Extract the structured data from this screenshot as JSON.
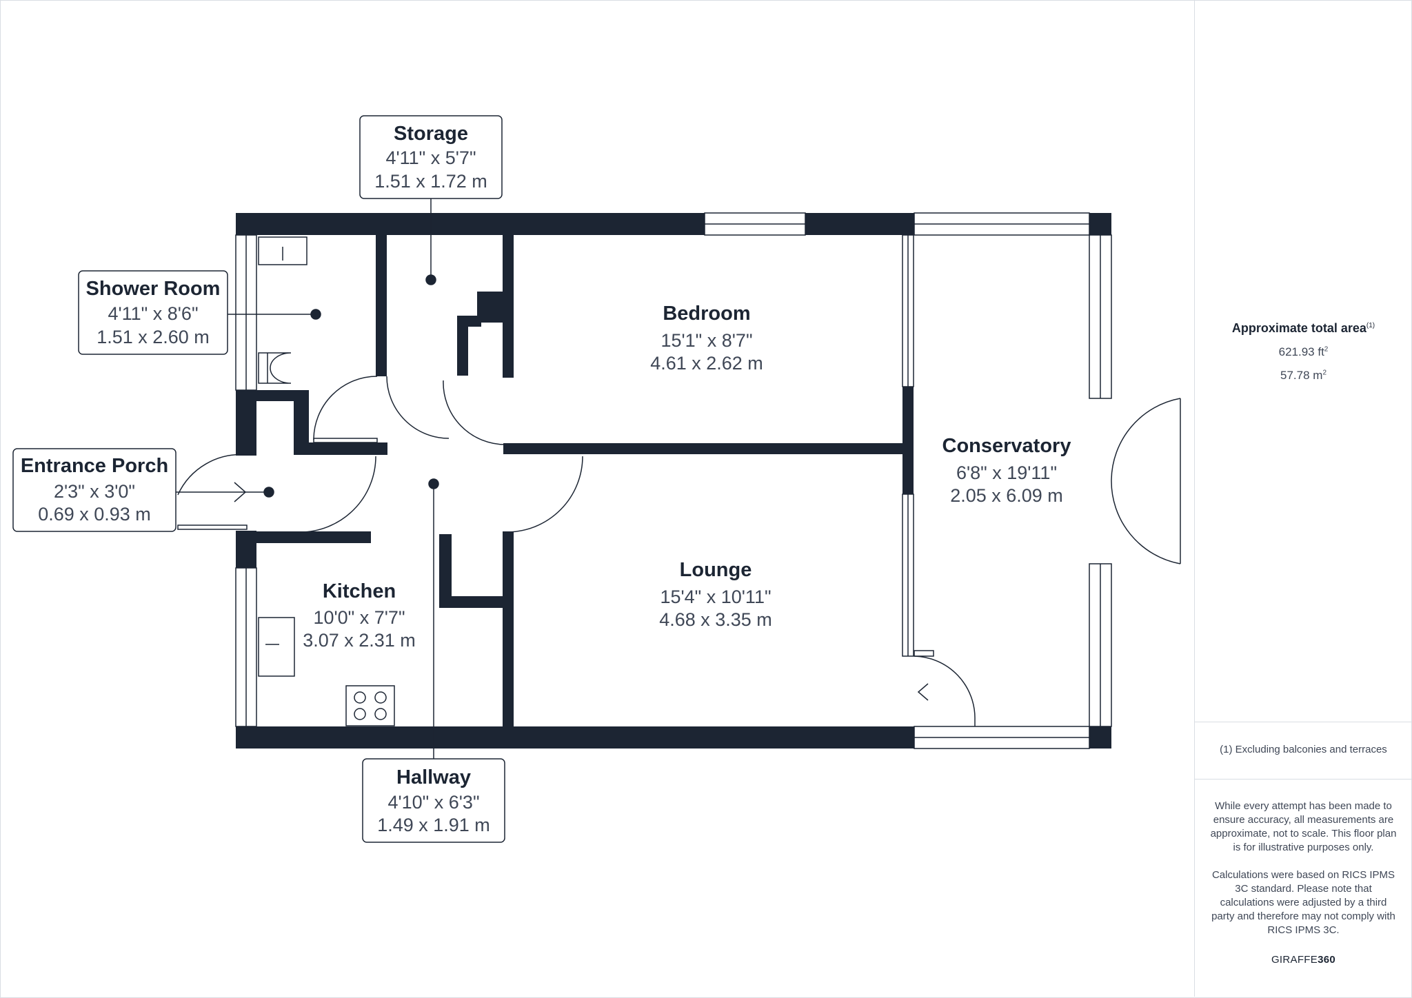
{
  "rooms": {
    "storage": {
      "name": "Storage",
      "imperial": "4'11\" x 5'7\"",
      "metric": "1.51 x 1.72 m"
    },
    "shower_room": {
      "name": "Shower Room",
      "imperial": "4'11\" x 8'6\"",
      "metric": "1.51 x 2.60 m"
    },
    "entrance_porch": {
      "name": "Entrance Porch",
      "imperial": "2'3\" x 3'0\"",
      "metric": "0.69 x 0.93 m"
    },
    "bedroom": {
      "name": "Bedroom",
      "imperial": "15'1\" x 8'7\"",
      "metric": "4.61 x 2.62 m"
    },
    "conservatory": {
      "name": "Conservatory",
      "imperial": "6'8\" x 19'11\"",
      "metric": "2.05 x 6.09 m"
    },
    "lounge": {
      "name": "Lounge",
      "imperial": "15'4\" x 10'11\"",
      "metric": "4.68 x 3.35 m"
    },
    "kitchen": {
      "name": "Kitchen",
      "imperial": "10'0\" x 7'7\"",
      "metric": "3.07 x 2.31 m"
    },
    "hallway": {
      "name": "Hallway",
      "imperial": "4'10\" x 6'3\"",
      "metric": "1.49 x 1.91 m"
    }
  },
  "summary": {
    "area_title": "Approximate total area",
    "area_footnote_mark": "(1)",
    "area_sqft": "621.93 ft",
    "area_sqm": "57.78 m",
    "unit_exponent": "2",
    "footnote": "(1) Excluding balconies and terraces",
    "disclaimer_1": "While every attempt has been made to ensure accuracy, all measurements are approximate, not to scale. This floor plan is for illustrative purposes only.",
    "disclaimer_2": "Calculations were based on RICS IPMS 3C standard. Please note that calculations were adjusted by a third party and therefore may not comply with RICS IPMS 3C.",
    "brand_light": "GIRAFFE",
    "brand_bold": "360"
  },
  "colors": {
    "wall": "#1c2533",
    "text": "#1c2533",
    "muted": "#3f4756",
    "frame": "#d9dde3"
  }
}
